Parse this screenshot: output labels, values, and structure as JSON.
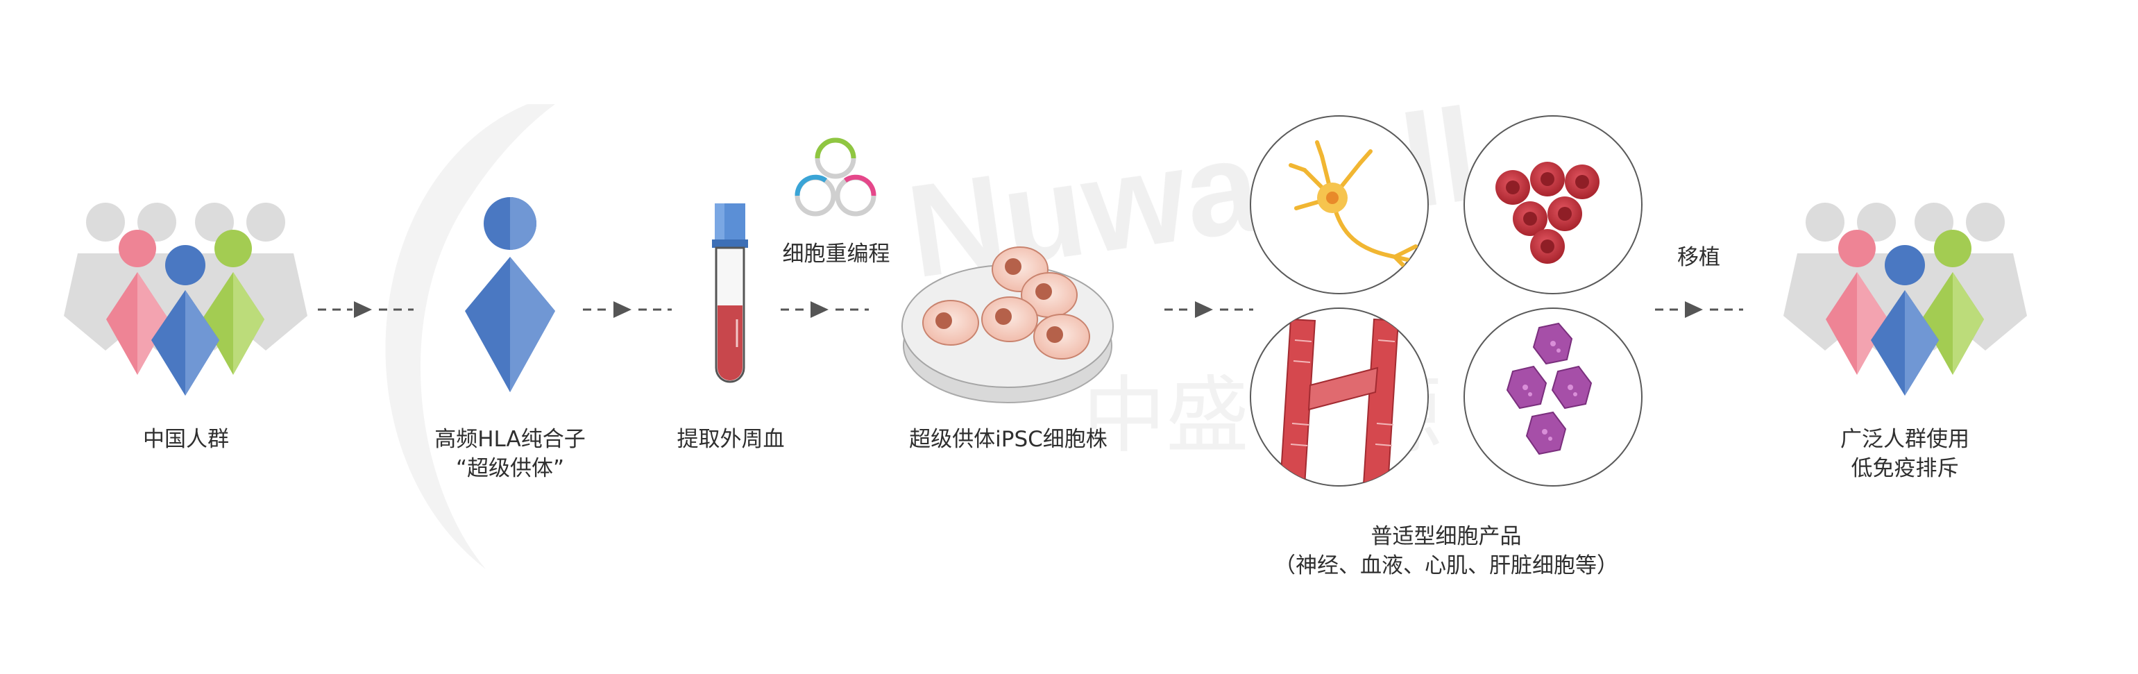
{
  "colors": {
    "gray_person": "#d9d9d9",
    "pink": "#ee8495",
    "blue": "#4a78c2",
    "green": "#a3cc52",
    "blood": "#c8474c",
    "arrow": "#555555",
    "circle_stroke": "#5a5a5a",
    "watermark": "#ececec"
  },
  "icons": {
    "population": "people-group-icon",
    "donor": "single-person-icon",
    "tube": "blood-tube-icon",
    "plasmid": "plasmid-rings-icon",
    "dish": "petri-dish-icon",
    "neuron": "neuron-icon",
    "rbc": "red-blood-cells-icon",
    "vessel": "blood-vessel-icon",
    "liver": "liver-cells-icon"
  },
  "watermark": {
    "text": "Nuwacell",
    "cn_text": "中盛 溯源"
  },
  "steps": {
    "population": {
      "label": "中国人群"
    },
    "donor": {
      "line1": "高频HLA纯合子",
      "line2": "“超级供体”"
    },
    "blood": {
      "label": "提取外周血"
    },
    "reprogram": {
      "label": "细胞重编程"
    },
    "ipsc": {
      "label": "超级供体iPSC细胞株"
    },
    "products": {
      "line1": "普适型细胞产品",
      "line2": "（神经、血液、心肌、肝脏细胞等）"
    },
    "transplant": {
      "label": "移植"
    },
    "patients": {
      "line1": "广泛人群使用",
      "line2": "低免疫排斥"
    }
  }
}
